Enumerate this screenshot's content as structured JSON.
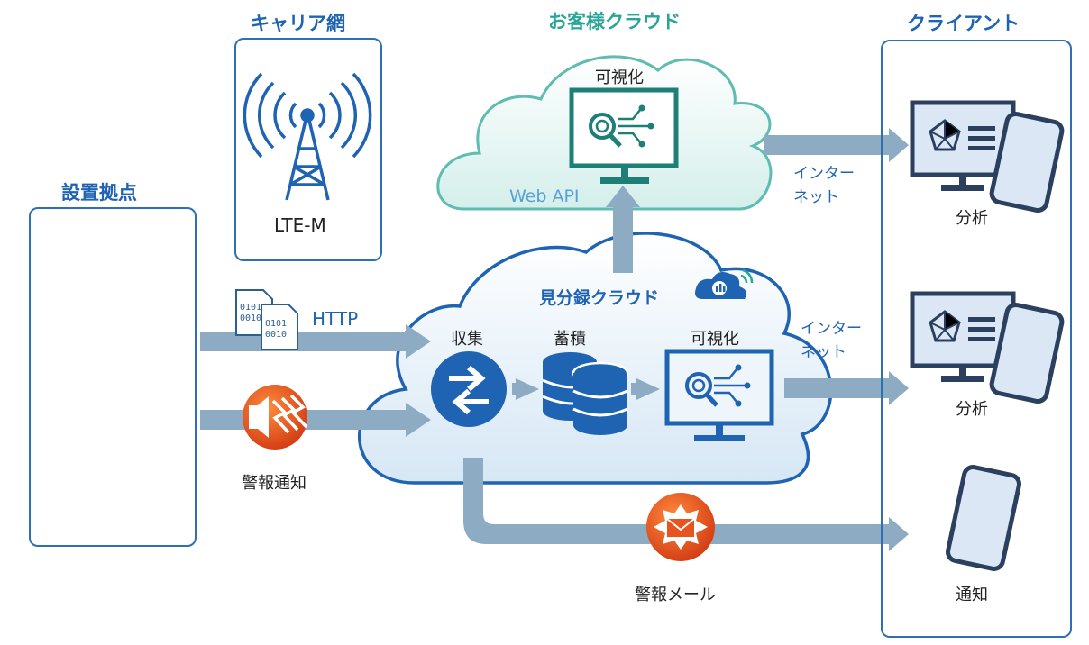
{
  "sections": {
    "site": "設置拠点",
    "carrier": "キャリア網",
    "customer_cloud": "お客様クラウド",
    "client": "クライアント"
  },
  "carrier": {
    "network": "LTE-M"
  },
  "customer_cloud": {
    "visualize": "可視化",
    "api": "Web API"
  },
  "mibunroku_cloud": {
    "title": "見分録クラウド",
    "collect": "収集",
    "store": "蓄積",
    "visualize": "可視化"
  },
  "links": {
    "http": "HTTP",
    "alarm": "警報通知",
    "alarm_mail": "警報メール",
    "internet": "インター\nネット"
  },
  "clients": {
    "analysis_1": "分析",
    "analysis_2": "分析",
    "notify": "通知"
  },
  "binary_text": {
    "line1": "0101",
    "line2": "0010"
  },
  "colors": {
    "blue": "#1f63b3",
    "teal": "#27a597",
    "navy": "#2b3f5f",
    "flow": "#8eabc4",
    "alert": "#e8541f"
  }
}
